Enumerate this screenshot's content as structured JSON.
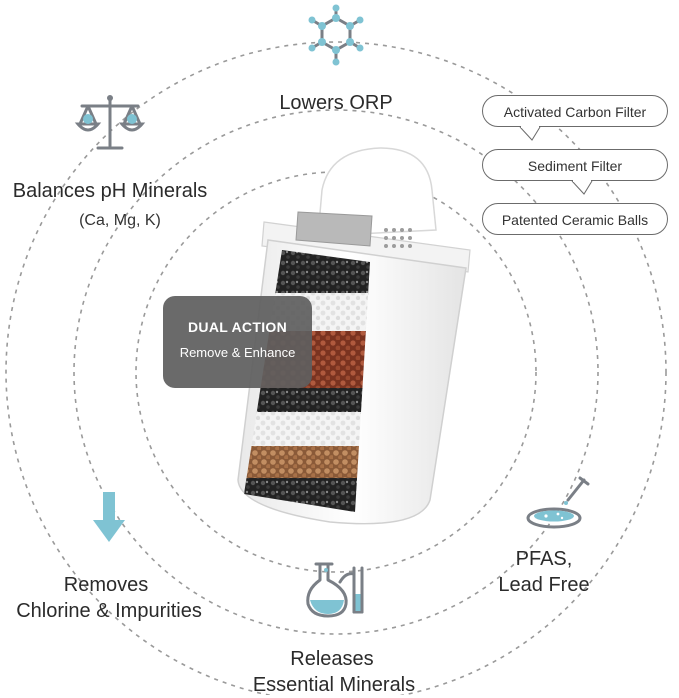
{
  "features": {
    "lowers_orp": "Lowers ORP",
    "balances_ph": "Balances pH Minerals",
    "balances_ph_sub": "(Ca, Mg, K)",
    "removes_line1": "Removes",
    "removes_line2": "Chlorine & Impurities",
    "releases_line1": "Releases",
    "releases_line2": "Essential Minerals",
    "pfas_line1": "PFAS,",
    "pfas_line2": "Lead Free"
  },
  "layers": {
    "activated_carbon": "Activated Carbon Filter",
    "sediment": "Sediment Filter",
    "ceramic_balls": "Patented Ceramic Balls"
  },
  "badge": {
    "title": "DUAL ACTION",
    "subtitle": "Remove & Enhance"
  },
  "colors": {
    "icon_gray": "#7a7f86",
    "icon_teal": "#7fc3d3",
    "text": "#2b2b2b",
    "badge_bg": "#5f5f5f"
  },
  "icons": [
    "molecule-icon",
    "balance-scale-icon",
    "down-arrow-icon",
    "flask-icon",
    "petri-dish-icon"
  ]
}
